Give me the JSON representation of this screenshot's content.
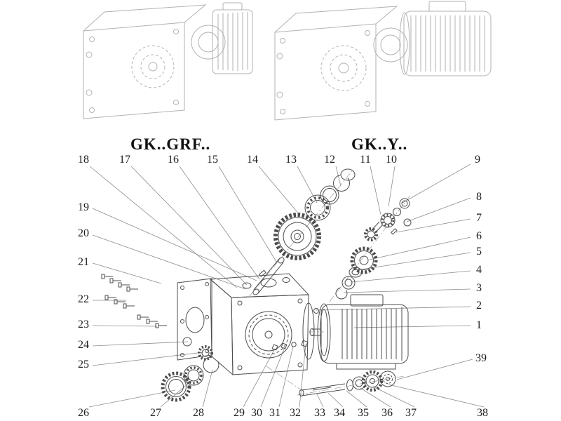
{
  "titles": {
    "left": "GK..GRF..",
    "right": "GK..Y.."
  },
  "callouts": {
    "1": "1",
    "2": "2",
    "3": "3",
    "4": "4",
    "5": "5",
    "6": "6",
    "7": "7",
    "8": "8",
    "9": "9",
    "10": "10",
    "11": "11",
    "12": "12",
    "13": "13",
    "14": "14",
    "15": "15",
    "16": "16",
    "17": "17",
    "18": "18",
    "19": "19",
    "20": "20",
    "21": "21",
    "22": "22",
    "23": "23",
    "24": "24",
    "25": "25",
    "26": "26",
    "27": "27",
    "28": "28",
    "29": "29",
    "30": "30",
    "31": "31",
    "32": "32",
    "33": "33",
    "34": "34",
    "35": "35",
    "36": "36",
    "37": "37",
    "38": "38",
    "39": "39"
  }
}
